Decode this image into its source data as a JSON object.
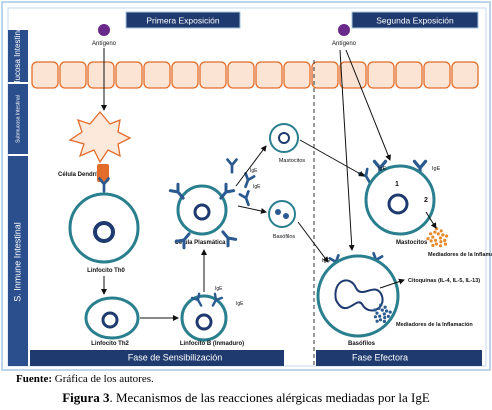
{
  "labels": {
    "primera": "Primera Exposición",
    "segunda": "Segunda Exposición",
    "mucosa": "Mucosa Intestinal",
    "submucosa": "Submucosa Intestinal",
    "inmune": "S. Inmune Intestinal",
    "antigeno": "Antígeno",
    "celula_dendritica": "Célula Dendrítica",
    "linfocito_th0": "Linfocito Th0",
    "linfocito_th2": "Linfocito Th2",
    "linfocito_b": "Linfocito B (Inmaduro)",
    "celula_plasmatica": "Célula Plasmática",
    "mastocitos": "Mastocitos",
    "basofilos": "Basófilos",
    "ige": "IgE",
    "mediadores": "Mediadores de la Inflamación",
    "citoquinas": "Citoquinas (IL-4, IL-5, IL-13)",
    "fase_sensibilizacion": "Fase de Sensibilización",
    "fase_efectora": "Fase Efectora",
    "num1": "1",
    "num2": "2"
  },
  "caption": {
    "source_label": "Fuente:",
    "source_text": " Gráfica de los autores.",
    "figure_label": "Figura 3",
    "figure_text": ". Mecanismos de las reacciones alérgicas mediadas por la IgE"
  },
  "colors": {
    "header_box": "#1e3a6e",
    "header_text": "#ffffff",
    "mucosa_band": "#2b4f8c",
    "cell_outline": "#2a7f8f",
    "nucleus": "#1e3a6e",
    "antigen": "#6a2a8a",
    "villi_border": "#e36c2a",
    "villi_fill": "#fbe4d3",
    "phase_box": "#1e3a6e",
    "mediator_dots": "#e88a2a",
    "ige_color": "#2a5a8f",
    "frame": "#a8c6e0"
  }
}
